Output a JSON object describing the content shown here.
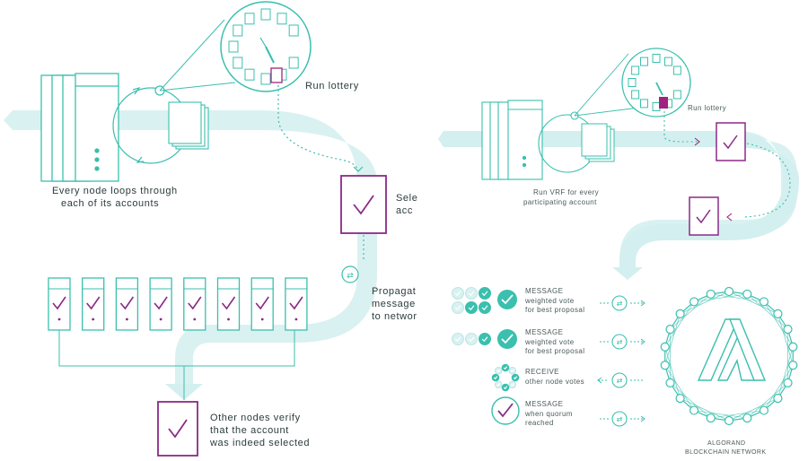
{
  "left": {
    "run_lottery": "Run lottery",
    "node_loop_line1": "Every node loops through",
    "node_loop_line2": "each of its accounts",
    "selected_partial_1": "Sele",
    "selected_partial_2": "acc",
    "propagate_1": "Propagat",
    "propagate_2": "message",
    "propagate_3": "to networ",
    "verify_1": "Other nodes verify",
    "verify_2": "that the account",
    "verify_3": "was indeed selected"
  },
  "right": {
    "run_lottery": "Run lottery",
    "vrf_1": "Run VRF for every",
    "vrf_2": "participating account",
    "steps": [
      {
        "title": "MESSAGE",
        "line1": "weighted vote",
        "line2": "for best proposal"
      },
      {
        "title": "MESSAGE",
        "line1": "weighted vote",
        "line2": "for best proposal"
      },
      {
        "title": "RECEIVE",
        "line1": "other node votes",
        "line2": ""
      },
      {
        "title": "MESSAGE",
        "line1": "when quorum",
        "line2": "reached"
      }
    ],
    "network_1": "ALGORAND",
    "network_2": "BLOCKCHAIN NETWORK"
  },
  "colors": {
    "teal": "#3bbfae",
    "teal_light": "#d9f1f0",
    "teal_band": "#cfeeee",
    "purple": "#8a2a86",
    "magenta": "#a0237f"
  }
}
